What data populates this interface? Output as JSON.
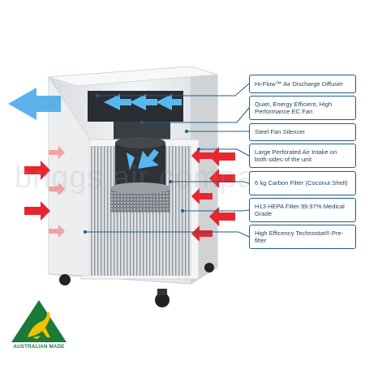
{
  "callouts": [
    {
      "label": "Hi-Flow™ Air Discharge Diffuser"
    },
    {
      "label": "Quiet, Energy Efficient, High Performance EC Fan"
    },
    {
      "label": "Steel Fan Silencer"
    },
    {
      "label": "Large Perforated Air Intake on both sides of the unit"
    },
    {
      "label": "6 kg Carbon Filter (Coconut Shell)"
    },
    {
      "label": "H13 HEPA Filter 99.97% Medical Grade"
    },
    {
      "label": "High Efficency Technostat® Pre-filter"
    }
  ],
  "badge": {
    "label": "AUSTRALIAN MADE"
  },
  "watermark": {
    "text": "briggs air company"
  },
  "colors": {
    "callout_border": "#1d5f8e",
    "callout_text": "#1d3f5e",
    "intake_arrow": "#e8262d",
    "discharge_arrow": "#3fa6e8",
    "badge_green": "#1a7a3a",
    "badge_gold": "#f2c200"
  }
}
